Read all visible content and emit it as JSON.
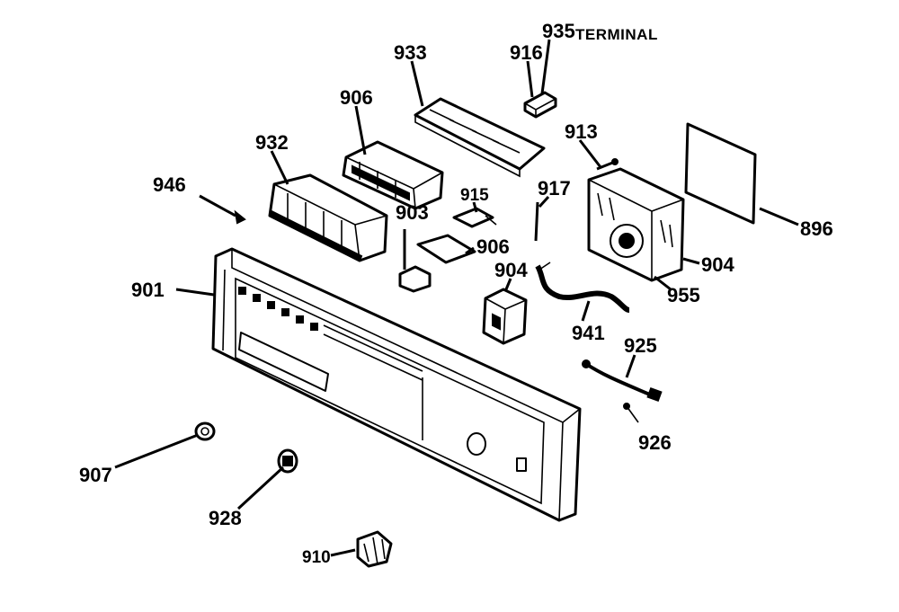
{
  "labels": {
    "terminal": "TERMINAL",
    "p935": "935",
    "p916": "916",
    "p933": "933",
    "p906a": "906",
    "p932": "932",
    "p913": "913",
    "p946": "946",
    "p915": "915",
    "p917": "917",
    "p896": "896",
    "p903": "903",
    "p906b": "906",
    "p904a": "904",
    "p904b": "904",
    "p955": "955",
    "p901": "901",
    "p941": "941",
    "p925": "925",
    "p926": "926",
    "p907": "907",
    "p928": "928",
    "p910": "910"
  }
}
